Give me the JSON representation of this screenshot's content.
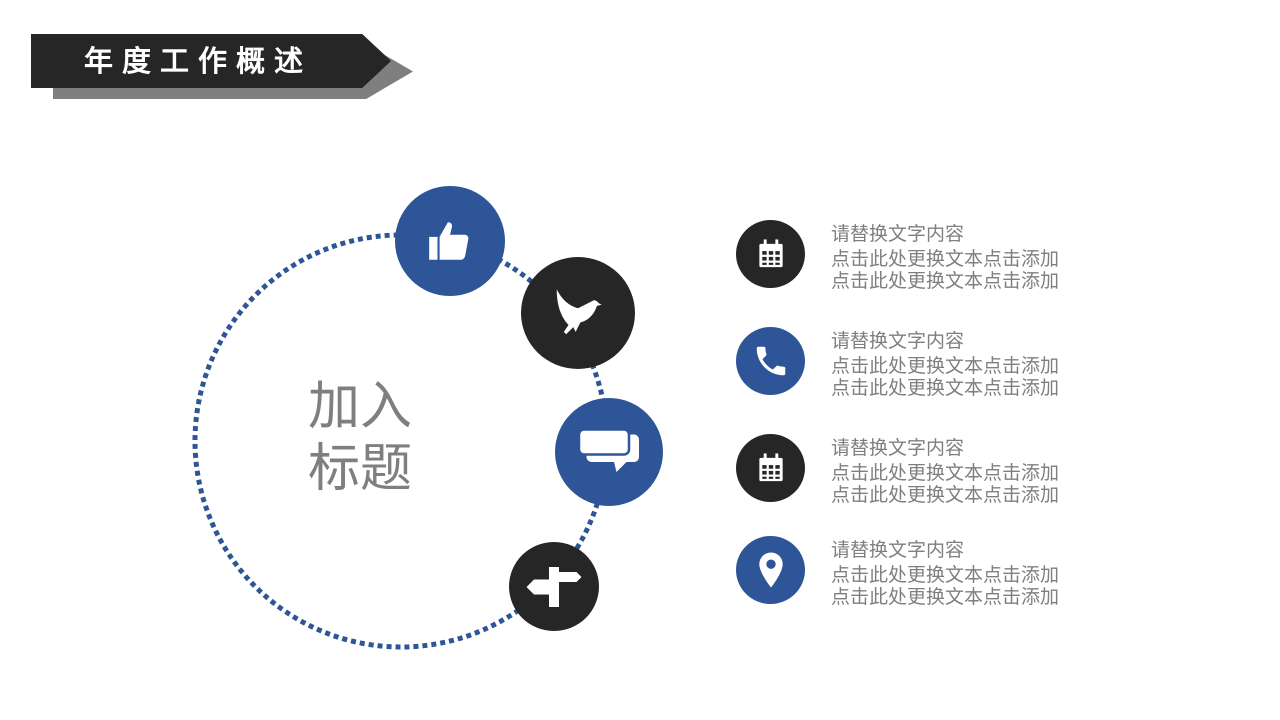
{
  "header": {
    "title": "年度工作概述"
  },
  "center": {
    "line1": "加入",
    "line2": "标题"
  },
  "colors": {
    "blue": "#2e5597",
    "dark": "#262626",
    "text": "#7f7f7f"
  },
  "orbit_icons": [
    "thumbs-up-icon",
    "dove-icon",
    "chat-icon",
    "signpost-icon"
  ],
  "items": [
    {
      "icon": "calendar-icon",
      "title": "请替换文字内容",
      "line1": "点击此处更换文本点击添加",
      "line2": "点击此处更换文本点击添加"
    },
    {
      "icon": "phone-icon",
      "title": "请替换文字内容",
      "line1": "点击此处更换文本点击添加",
      "line2": "点击此处更换文本点击添加"
    },
    {
      "icon": "calendar-icon",
      "title": "请替换文字内容",
      "line1": "点击此处更换文本点击添加",
      "line2": "点击此处更换文本点击添加"
    },
    {
      "icon": "location-pin-icon",
      "title": "请替换文字内容",
      "line1": "点击此处更换文本点击添加",
      "line2": "点击此处更换文本点击添加"
    }
  ]
}
